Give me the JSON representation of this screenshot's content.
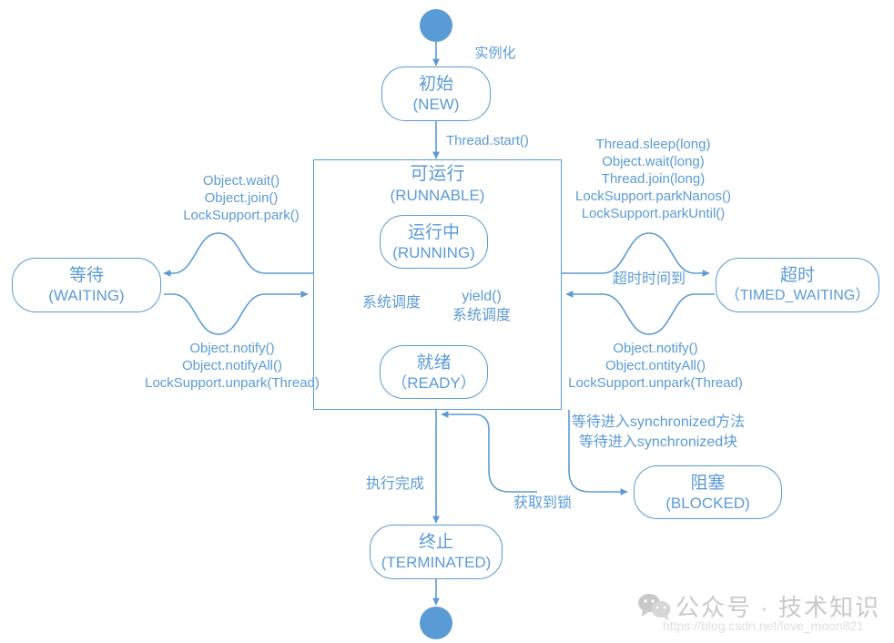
{
  "diagram": {
    "title": "Java Thread State Transition Diagram",
    "accent_color": "#5B9BD5",
    "arrow_gray": "#7e8a95"
  },
  "nodes": {
    "start": {
      "name": "start-node"
    },
    "new": {
      "cn": "初始",
      "en": "(NEW)"
    },
    "runnable": {
      "cn": "可运行",
      "en": "(RUNNABLE)"
    },
    "running": {
      "cn": "运行中",
      "en": "(RUNNING)"
    },
    "ready": {
      "cn": "就绪",
      "en": "（READY）"
    },
    "waiting": {
      "cn": "等待",
      "en": "(WAITING)"
    },
    "timed_waiting": {
      "cn": "超时",
      "en": "（TIMED_WAITING）"
    },
    "blocked": {
      "cn": "阻塞",
      "en": "(BLOCKED)"
    },
    "terminated": {
      "cn": "终止",
      "en": "(TERMINATED)"
    },
    "end": {
      "name": "end-node"
    }
  },
  "edges": {
    "instantiate": "实例化",
    "thread_start": "Thread.start()",
    "to_waiting": "Object.wait()\nObject.join()\nLockSupport.park()",
    "from_waiting": "Object.notify()\nObject.notifyAll()\nLockSupport.unpark(Thread)",
    "to_timed_waiting": "Thread.sleep(long)\nObject.wait(long)\nThread.join(long)\nLockSupport.parkNanos()\nLockSupport.parkUntil()",
    "timeout_reached": "超时时间到",
    "from_timed_waiting": "Object.notify()\nObject.ontityAll()\nLockSupport.unpark(Thread)",
    "to_blocked": "等待进入synchronized方法\n等待进入synchronized块",
    "from_blocked": "获取到锁",
    "yield_right": "yield()\n系统调度",
    "schedule_left": "系统调度",
    "execute_done": "执行完成"
  },
  "watermark": {
    "text": "公众号 · 技术知识",
    "url": "https://blog.csdn.net/love_moon821"
  }
}
